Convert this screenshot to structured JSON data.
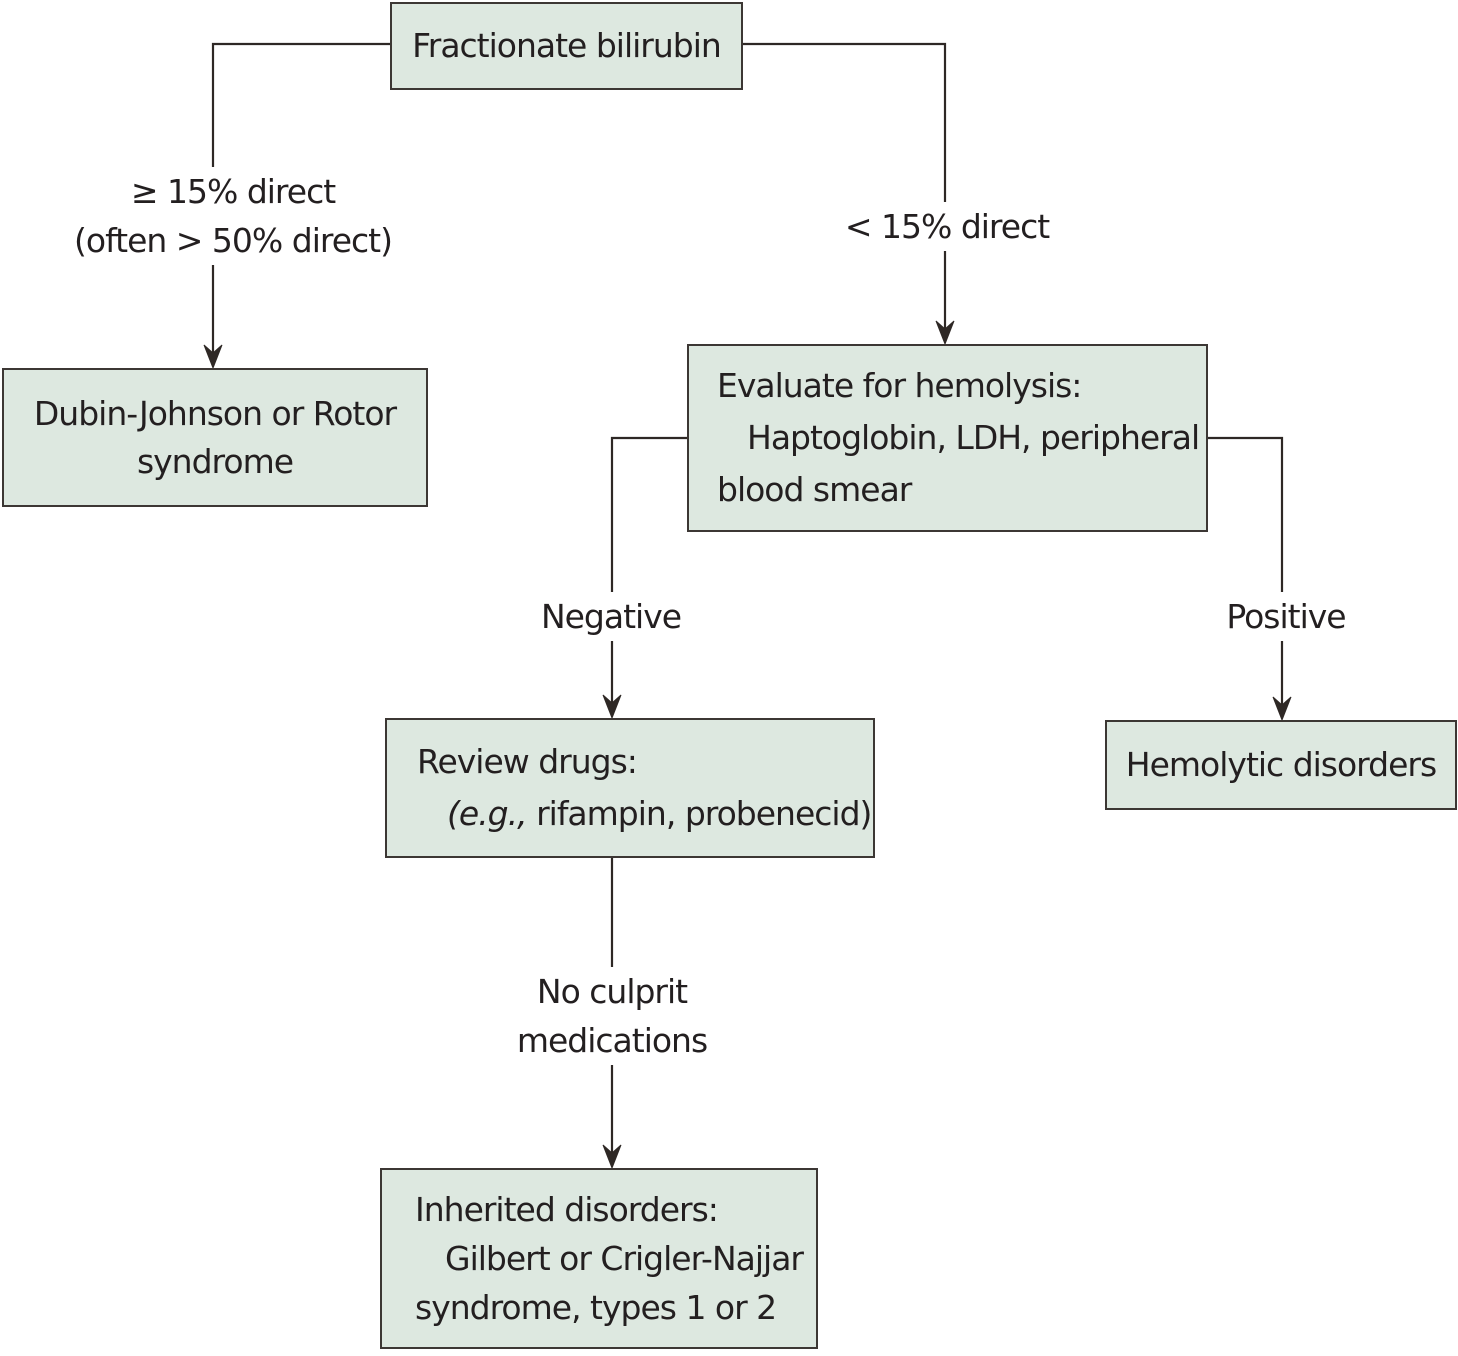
{
  "diagram": {
    "colors": {
      "node_fill": "#dde8e0",
      "node_border": "#3c3734",
      "line_color": "#2e2825",
      "text_color": "#231f20",
      "background": "#ffffff"
    }
  },
  "nodes": {
    "fractionate": {
      "lines": [
        "Fractionate bilirubin"
      ]
    },
    "dubin": {
      "lines": [
        "Dubin-Johnson or Rotor",
        "syndrome"
      ]
    },
    "evaluate": {
      "lines": [
        "Evaluate for hemolysis:",
        "Haptoglobin, LDH, peripheral",
        "blood smear"
      ]
    },
    "review": {
      "line1": "Review drugs:",
      "line2_italic": "(e.g.,",
      "line2_rest": " rifampin, probenecid)"
    },
    "hemolytic": {
      "lines": [
        "Hemolytic disorders"
      ]
    },
    "inherited": {
      "lines": [
        "Inherited disorders:",
        "Gilbert or Crigler-Najjar",
        "syndrome, types 1 or 2"
      ]
    }
  },
  "edge_labels": {
    "left_branch_line1": "≥ 15% direct",
    "left_branch_line2": "(often > 50% direct)",
    "right_branch": "< 15% direct",
    "negative": "Negative",
    "positive": "Positive",
    "no_culprit_line1": "No culprit",
    "no_culprit_line2": "medications"
  }
}
